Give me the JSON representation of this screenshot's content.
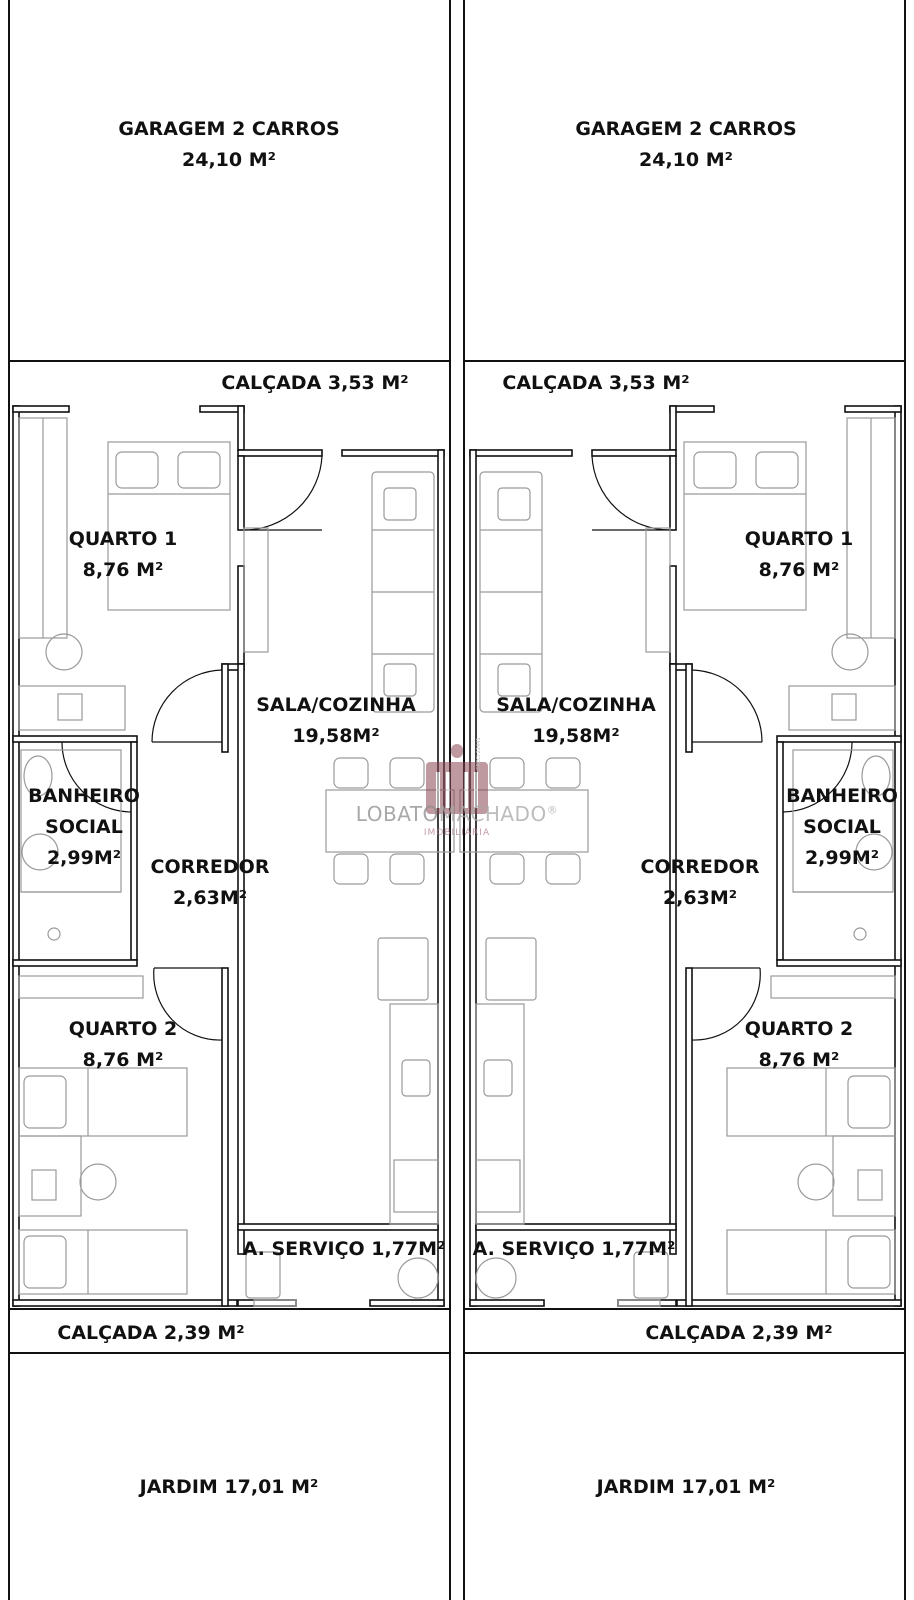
{
  "left_unit": {
    "garagem": [
      "GARAGEM 2 CARROS",
      "24,10 M²"
    ],
    "calcada_top": "CALÇADA 3,53 M²",
    "quarto1": [
      "QUARTO 1",
      "8,76 M²"
    ],
    "sala": [
      "SALA/COZINHA",
      "19,58M²"
    ],
    "banheiro": [
      "BANHEIRO",
      "SOCIAL",
      "2,99M²"
    ],
    "corredor": [
      "CORREDOR",
      "2,63M²"
    ],
    "quarto2": [
      "QUARTO 2",
      "8,76 M²"
    ],
    "servico": "A. SERVIÇO 1,77M²",
    "calcada_bottom": "CALÇADA 2,39 M²",
    "jardim": "JARDIM 17,01 M²"
  },
  "right_unit": {
    "garagem": [
      "GARAGEM 2 CARROS",
      "24,10 M²"
    ],
    "calcada_top": "CALÇADA 3,53 M²",
    "quarto1": [
      "QUARTO 1",
      "8,76 M²"
    ],
    "sala": [
      "SALA/COZINHA",
      "19,58M²"
    ],
    "banheiro": [
      "BANHEIRO",
      "SOCIAL",
      "2,99M²"
    ],
    "corredor": [
      "CORREDOR",
      "2,63M²"
    ],
    "quarto2": [
      "QUARTO 2",
      "8,76 M²"
    ],
    "servico": "A. SERVIÇO 1,77M²",
    "calcada_bottom": "CALÇADA 2,39 M²",
    "jardim": "JARDIM 17,01 M²"
  },
  "watermark": {
    "name_part1": "LOBATO",
    "name_part2": "MACHADO",
    "registered": "®",
    "subtitle": "IMOBILIÁRIA",
    "creci": "CRECI 22441",
    "brand_color": "#8c4653"
  }
}
